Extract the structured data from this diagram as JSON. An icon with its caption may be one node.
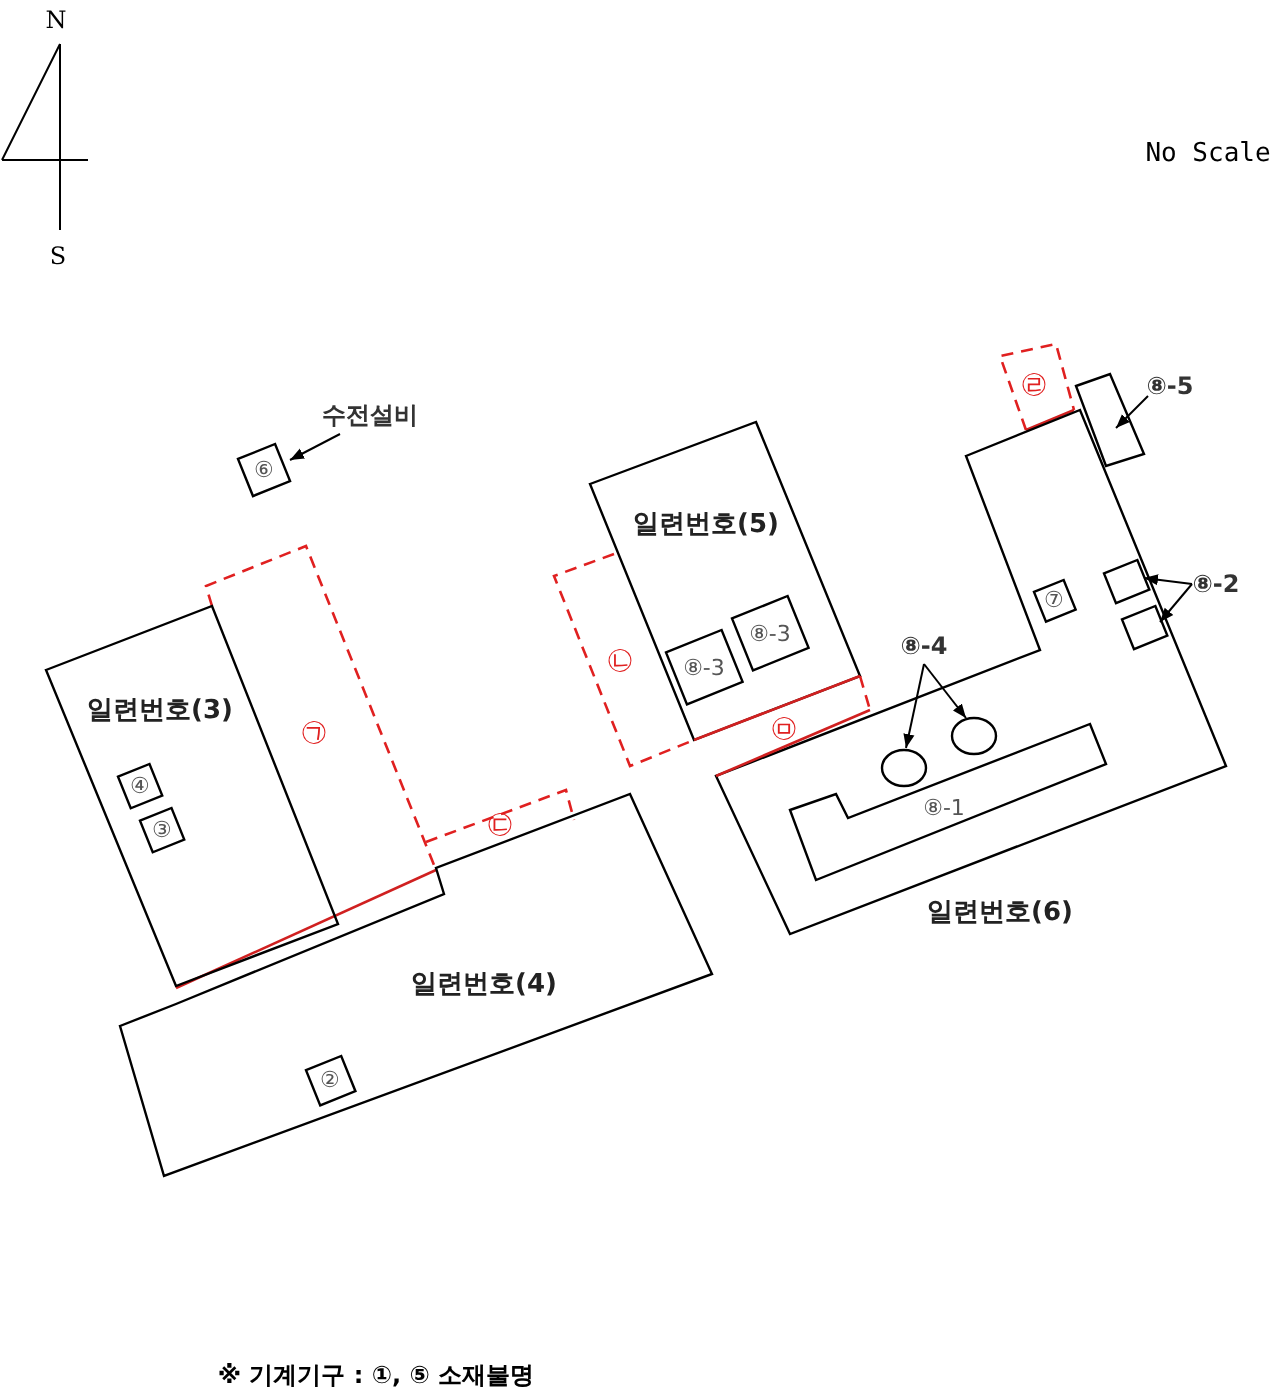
{
  "diagram": {
    "nodes": [
      {
        "text": [
          "수전설비"
        ]
      },
      {
        "text": [
          "⑥"
        ]
      },
      {
        "text": [
          "㉣"
        ]
      },
      {
        "text": [
          "⑧-5"
        ]
      },
      {
        "text": [],
        "shape": "box"
      },
      {
        "text": [
          "일련번호(5)"
        ]
      },
      {
        "text": [
          "⑧-3"
        ],
        "in": 5
      },
      {
        "text": [
          "⑧-3"
        ],
        "in": 5
      },
      {
        "text": [
          "㉡"
        ]
      },
      {
        "text": [
          "㉠"
        ]
      },
      {
        "text": [
          "⑧-2"
        ]
      },
      {
        "text": [
          "일련번호(6)"
        ]
      },
      {
        "text": [
          "⑦"
        ],
        "in": 11
      },
      {
        "text": [],
        "shape": "box",
        "in": 11
      },
      {
        "text": [],
        "shape": "box",
        "in": 11
      },
      {
        "text": [
          "⑧-4"
        ]
      },
      {
        "text": [],
        "shape": "circle",
        "in": 11
      },
      {
        "text": [],
        "shape": "circle",
        "in": 11
      },
      {
        "text": [
          "⑧-1"
        ],
        "in": 11
      },
      {
        "text": [
          "㉤"
        ]
      },
      {
        "text": [
          "일련번호(3)"
        ]
      },
      {
        "text": [
          "④"
        ],
        "in": 20
      },
      {
        "text": [
          "③"
        ],
        "in": 20
      },
      {
        "text": [
          "㉢"
        ]
      },
      {
        "text": [
          "일련번호(4)"
        ]
      },
      {
        "text": [
          "②"
        ],
        "in": 24
      }
    ],
    "edges": [
      {
        "from": 0,
        "to": 1,
        "arrow": "to"
      },
      {
        "from": 3,
        "to": 4,
        "arrow": "to"
      },
      {
        "from": 10,
        "to": 13,
        "arrow": "to"
      },
      {
        "from": 10,
        "to": 14,
        "arrow": "to"
      },
      {
        "from": 15,
        "to": 16,
        "arrow": "to"
      },
      {
        "from": 15,
        "to": 17,
        "arrow": "to"
      }
    ],
    "labels": [
      "N",
      "S",
      "No Scale",
      "※ 기계기구 : ①, ⑤ 소재불명"
    ]
  }
}
